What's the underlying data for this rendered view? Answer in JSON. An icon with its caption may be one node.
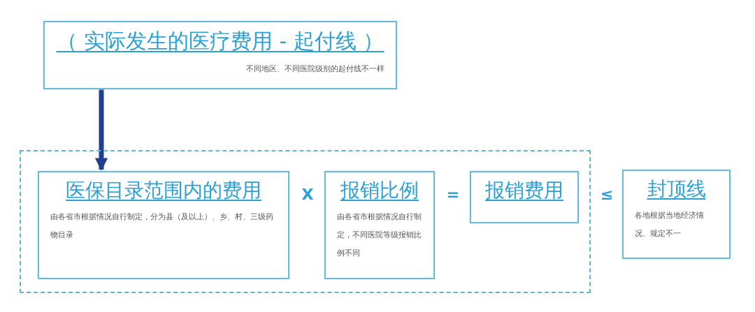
{
  "diagram": {
    "nodes": [
      {
        "text": [
          "（ 实际发生的医疗费用 - 起付线 ）",
          "不同地区、不同医院级别的起付线不一样"
        ]
      },
      {
        "text": [],
        "shape": "box"
      },
      {
        "text": [
          "医保目录范围内的费用",
          "由各省市根据情况自行制定，分为县（及以上）、乡、村、三级药物目录"
        ],
        "in": 1
      },
      {
        "text": [
          "报销比例",
          "由各省市根据情况自行制定，不同医院等级报销比例不同"
        ],
        "in": 1
      },
      {
        "text": [
          "报销费用"
        ],
        "in": 1
      },
      {
        "text": [
          "封顶线",
          "各地根据当地经济情况、规定不一"
        ]
      }
    ],
    "edges": [
      {
        "from": 0,
        "to": 2,
        "arrow": "to"
      }
    ],
    "labels": [
      "X",
      "=",
      "≤"
    ]
  }
}
